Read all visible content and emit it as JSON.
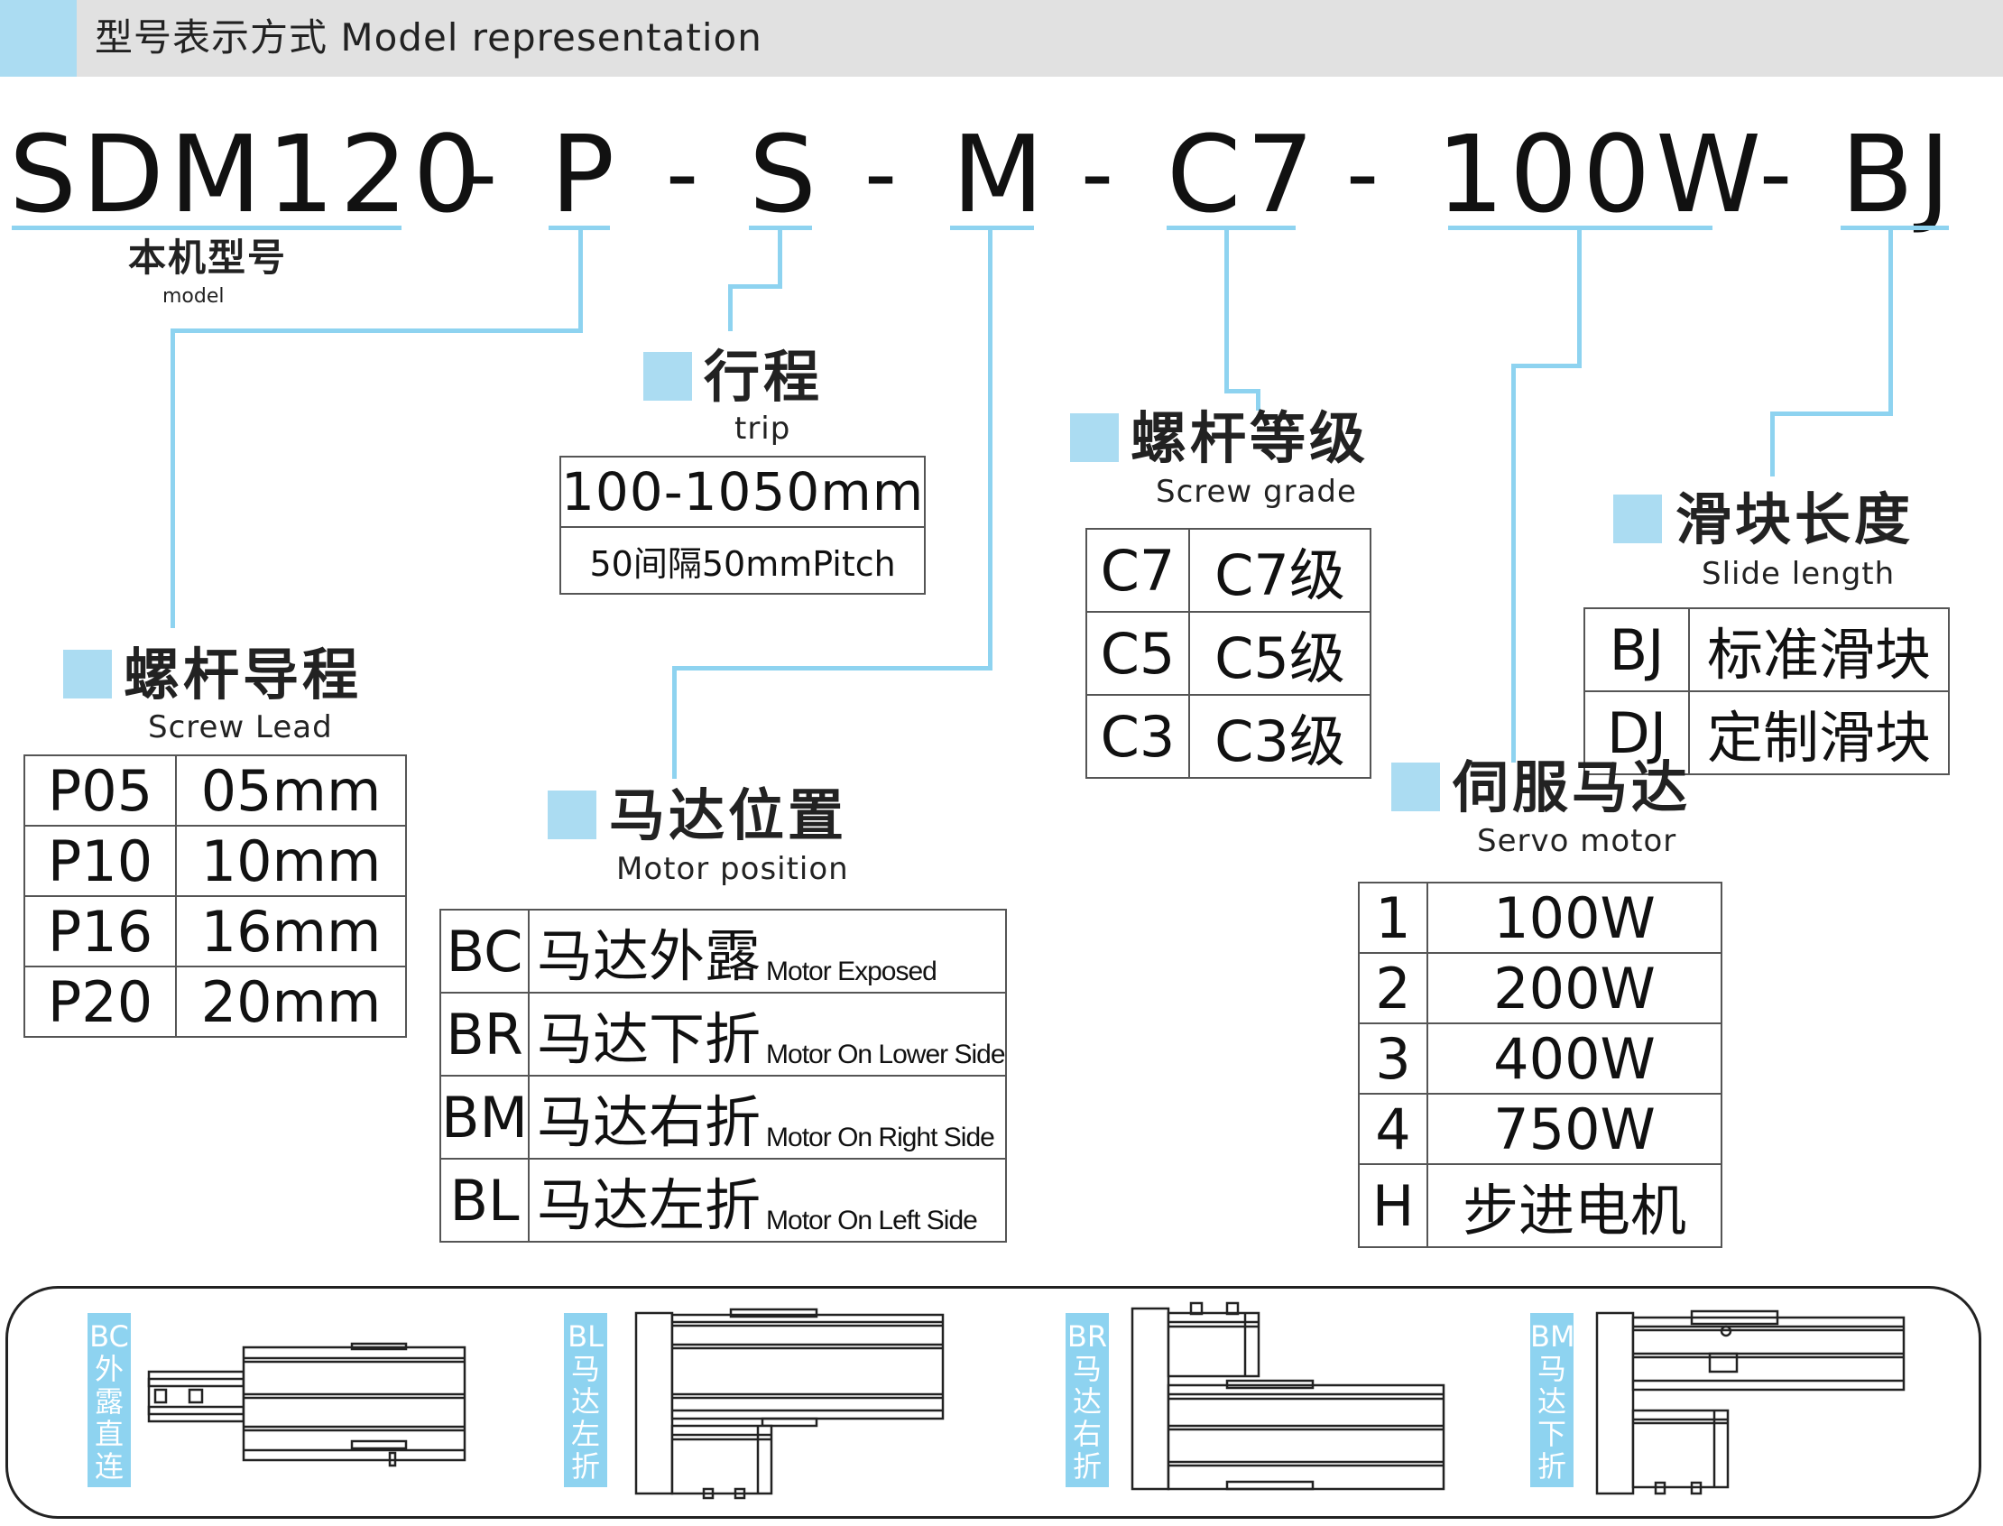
{
  "header": {
    "title": "型号表示方式  Model representation"
  },
  "model_code": {
    "segments": [
      "SDM120",
      "P",
      "S",
      "M",
      "C7",
      "100W",
      "BJ"
    ],
    "separator": "-"
  },
  "model": {
    "title_cn": "本机型号",
    "title_en": "model"
  },
  "trip": {
    "title_cn": "行程",
    "title_en": "trip",
    "range": "100-1050mm",
    "pitch": "50间隔50mmPitch"
  },
  "screw_grade": {
    "title_cn": "螺杆等级",
    "title_en": "Screw grade",
    "rows": [
      {
        "code": "C7",
        "desc": "C7级"
      },
      {
        "code": "C5",
        "desc": "C5级"
      },
      {
        "code": "C3",
        "desc": "C3级"
      }
    ]
  },
  "slide_length": {
    "title_cn": "滑块长度",
    "title_en": "Slide length",
    "rows": [
      {
        "code": "BJ",
        "desc": "标准滑块"
      },
      {
        "code": "DJ",
        "desc": "定制滑块"
      }
    ]
  },
  "screw_lead": {
    "title_cn": "螺杆导程",
    "title_en": "Screw Lead",
    "rows": [
      {
        "code": "P05",
        "desc": "05mm"
      },
      {
        "code": "P10",
        "desc": "10mm"
      },
      {
        "code": "P16",
        "desc": "16mm"
      },
      {
        "code": "P20",
        "desc": "20mm"
      }
    ]
  },
  "motor_position": {
    "title_cn": "马达位置",
    "title_en": "Motor position",
    "rows": [
      {
        "code": "BC",
        "desc": "马达外露",
        "en": "Motor Exposed"
      },
      {
        "code": "BR",
        "desc": "马达下折",
        "en": "Motor On Lower Side"
      },
      {
        "code": "BM",
        "desc": "马达右折",
        "en": "Motor On Right Side"
      },
      {
        "code": "BL",
        "desc": "马达左折",
        "en": "Motor On Left Side"
      }
    ]
  },
  "servo_motor": {
    "title_cn": "伺服马达",
    "title_en": "Servo motor",
    "rows": [
      {
        "code": "1",
        "desc": "100W"
      },
      {
        "code": "2",
        "desc": "200W"
      },
      {
        "code": "3",
        "desc": "400W"
      },
      {
        "code": "4",
        "desc": "750W"
      },
      {
        "code": "H",
        "desc": "步进电机"
      }
    ]
  },
  "diagrams": [
    {
      "code": "BC",
      "chars": [
        "外",
        "露",
        "直",
        "连"
      ]
    },
    {
      "code": "BL",
      "chars": [
        "马",
        "达",
        "左",
        "折"
      ]
    },
    {
      "code": "BR",
      "chars": [
        "马",
        "达",
        "右",
        "折"
      ]
    },
    {
      "code": "BM",
      "chars": [
        "马",
        "达",
        "下",
        "折"
      ]
    }
  ],
  "colors": {
    "accent": "#8ed3f0",
    "accent_light": "#abdcf2",
    "header_bg": "#e1e1e1"
  }
}
